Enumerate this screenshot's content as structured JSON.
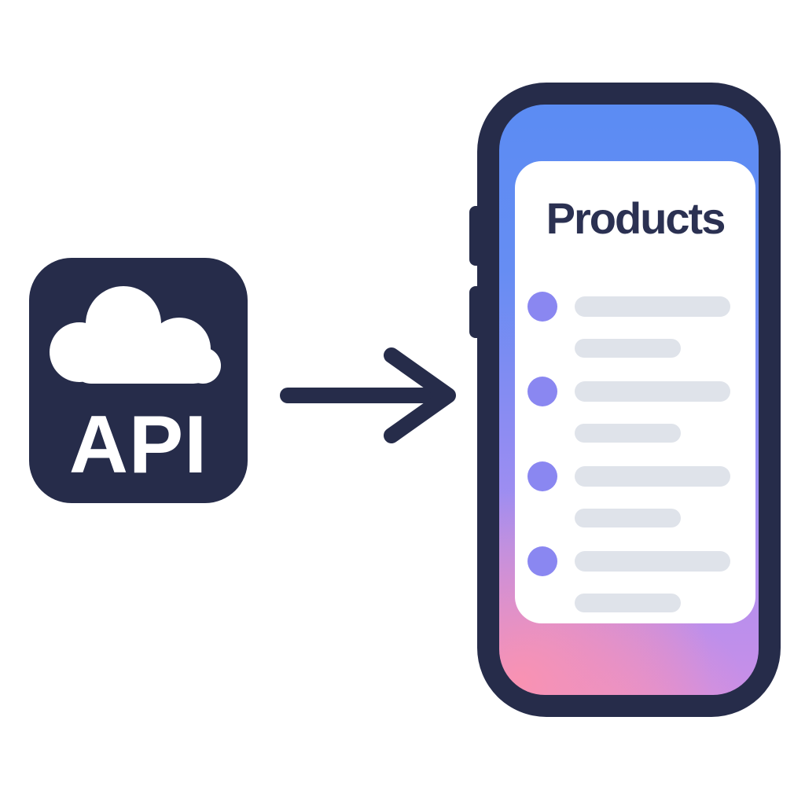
{
  "illustration": {
    "api_box": {
      "label": "API",
      "icon": "cloud",
      "background_color": "#262c4a",
      "text_color": "#ffffff"
    },
    "arrow": {
      "direction": "right",
      "color": "#262c4a"
    },
    "phone": {
      "frame_color": "#262c4a",
      "side_button_count": 2,
      "screen_gradient": {
        "top": "#5b8cf3",
        "middle": "#8d8cf2",
        "bottom_right": "#c98fe7",
        "bottom_left": "#f992b2"
      },
      "card": {
        "title": "Products",
        "title_color": "#2b3152",
        "background_color": "#ffffff",
        "skeleton_line_color": "#dfe3ea",
        "bullet_color": "#8a87f1",
        "items": [
          {
            "name": "product-row-1",
            "line1_width": 198,
            "line2_width": 135
          },
          {
            "name": "product-row-2",
            "line1_width": 198,
            "line2_width": 135
          },
          {
            "name": "product-row-3",
            "line1_width": 198,
            "line2_width": 135
          },
          {
            "name": "product-row-4",
            "line1_width": 198,
            "line2_width": 135
          }
        ]
      }
    }
  }
}
